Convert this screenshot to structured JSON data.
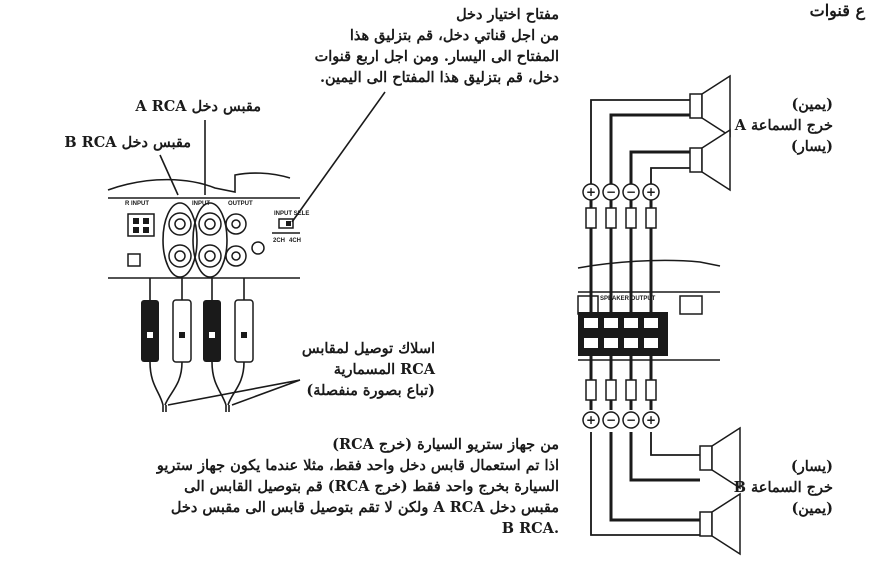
{
  "header": {
    "fragment": "ع  قنوات"
  },
  "selector_callout": {
    "title": "مفتاح اختيار دخل",
    "lines": [
      "من اجل قناتي دخل، قم بتزليق هذا",
      "المفتاح الى اليسار. ومن اجل اربع قنوات",
      "دخل، قم بتزليق هذا المفتاح الى اليمين."
    ]
  },
  "jack_a_label": "مقبس دخل A RCA",
  "jack_b_label": "مقبس دخل B RCA",
  "unit_labels": {
    "input_left": "R INPUT",
    "input": "INPUT",
    "output": "OUTPUT",
    "input_select": "INPUT SELE",
    "sel_2ch": "2CH",
    "sel_4ch": "4CH",
    "speaker_output": "SPEAKER OUTPUT"
  },
  "cable_callout": {
    "lines": [
      "اسلاك توصيل لمقابس",
      "RCA المسمارية",
      "(تباع بصورة منفصلة)"
    ]
  },
  "note": {
    "lines": [
      "من جهاز ستريو السيارة (خرج RCA)",
      "اذا تم استعمال قابس دخل واحد فقط، مثلا عندما يكون جهاز ستريو",
      "السيارة بخرج واحد فقط (خرج RCA) قم بتوصيل القابس الى",
      "مقبس دخل A RCA ولكن لا تقم بتوصيل قابس الى مقبس دخل",
      ".B RCA"
    ]
  },
  "speaker_a": {
    "right": "(يمين)",
    "title": "خرج السماعة A",
    "left": "(يسار)"
  },
  "speaker_b": {
    "left": "(يسار)",
    "title": "خرج السماعة B",
    "right": "(يمين)"
  },
  "polarity": {
    "plus": "+",
    "minus": "−"
  }
}
